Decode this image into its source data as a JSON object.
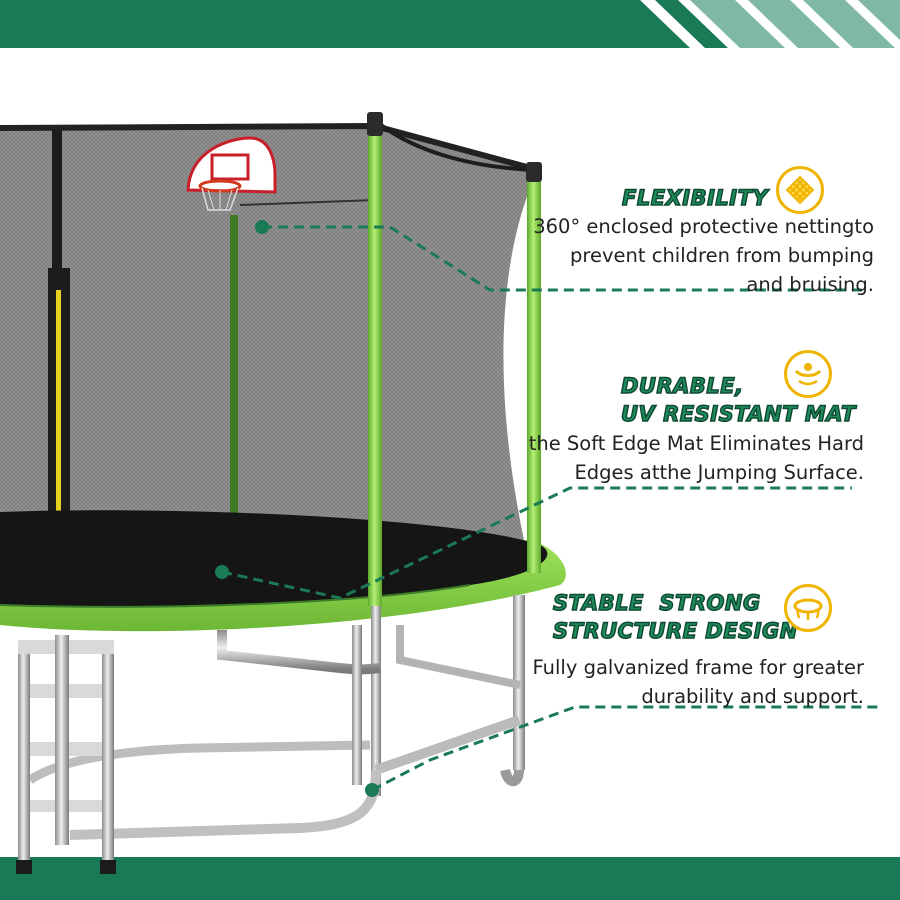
{
  "features": [
    {
      "title": "FLEXIBILITY",
      "icon": "net-grid-icon",
      "description": [
        "360° enclosed protective nettingto",
        "prevent children from bumping",
        "and bruising."
      ]
    },
    {
      "title": [
        "DURABLE,",
        "UV RESISTANT MAT"
      ],
      "icon": "jumping-person-icon",
      "description": [
        "the Soft Edge Mat Eliminates Hard",
        "Edges atthe Jumping Surface."
      ]
    },
    {
      "title": [
        "STABLE  STRONG",
        "STRUCTURE DESIGN"
      ],
      "icon": "trampoline-frame-icon",
      "description": [
        "Fully galvanized frame for greater",
        "durability and support."
      ]
    }
  ],
  "colors": {
    "brand_green": "#1a7a55",
    "accent_green": "#8fd14a",
    "icon_yellow": "#f0b400",
    "net_gray": "#6d6d6d"
  }
}
